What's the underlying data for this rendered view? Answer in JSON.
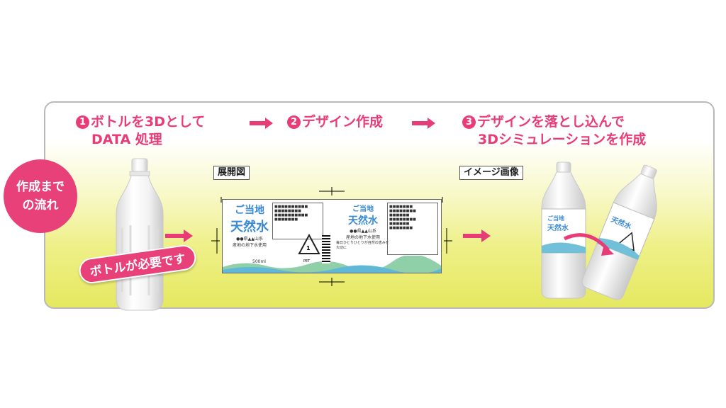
{
  "steps": [
    {
      "num": "1",
      "line1": "ボトルを3Dとして",
      "line2": "DATA 処理"
    },
    {
      "num": "2",
      "line1": "デザイン作成",
      "line2": ""
    },
    {
      "num": "3",
      "line1": "デザインを落とし込んで",
      "line2": "3Dシミュレーションを作成"
    }
  ],
  "flow_badge": {
    "line1": "作成まで",
    "line2": "の流れ"
  },
  "bottle_note": "ボトルが必要です",
  "tags": {
    "layout": "展開図",
    "image": "イメージ画像"
  },
  "label": {
    "brand_small": "ご当地",
    "brand_big": "天然水",
    "region": "●●県▲▲山系",
    "subtitle": "産地の地下水使用",
    "volume": "500ml",
    "recycle_code": "1",
    "recycle_text": "PET",
    "note": "毎日ひとりひとりが自然の恵みを大切に"
  },
  "colors": {
    "accent": "#e83c78",
    "brand_blue": "#3a8ad6"
  }
}
